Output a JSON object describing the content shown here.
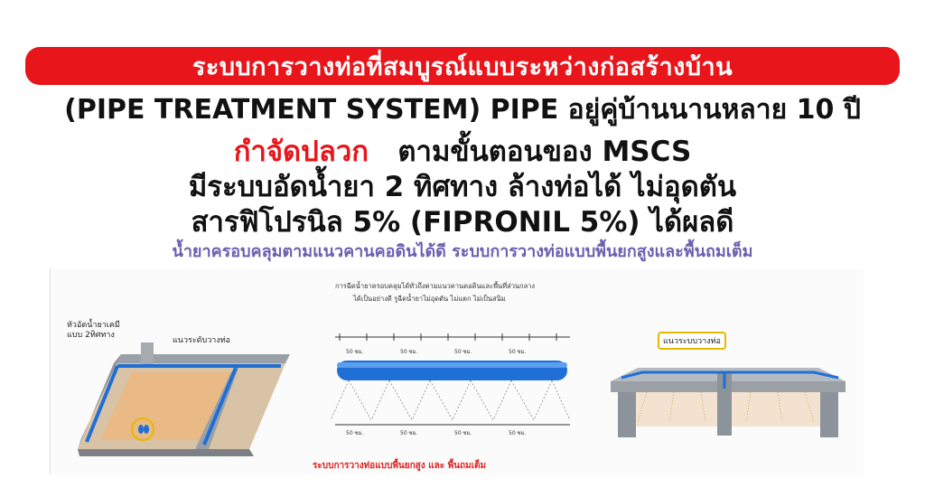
{
  "banner": {
    "text": "ระบบการวางท่อที่สมบูรณ์แบบระหว่างก่อสร้างบ้าน"
  },
  "lines": {
    "l1": "(PIPE TREATMENT SYSTEM) PIPE อยู่คู่บ้านนานหลาย 10 ปี",
    "l2_red": "กำจัดปลวก",
    "l2_rest": "ตามขั้นตอนของ MSCS",
    "l3": "มีระบบอัดน้ำยา 2 ทิศทาง ล้างท่อได้ ไม่อุดตัน",
    "l4": "สารฟิโปรนิล 5%  (FIPRONIL 5%)  ได้ผลดี",
    "l5": "น้ำยาครอบคลุมตามแนวคานคอดินได้ดี ระบบการวางท่อแบบพื้นยกสูงและพื้นถมเต็ม"
  },
  "diagram": {
    "note_line1": "การฉีดน้ำยาครอบคลุมได้ทั่วถึงตามแนวคานคอดินและพื้นที่ส่วนกลาง",
    "note_line2": "ได้เป็นอย่างดี รูฉีดน้ำยาไม่อุดตัน ไม่แตก ไม่เป็นสนิม",
    "left_label_1": "หัวอัดน้ำยาเคมี",
    "left_label_2": "แบบ 2ทิศทาง",
    "left_label_3": "แนวระดับวางท่อ",
    "spacing_label": "50 ซม.",
    "right_label": "แนวระบบวางท่อ",
    "caption": "ระบบการวางท่อแบบพื้นยกสูง และ พื้นถมเต็ม"
  },
  "colors": {
    "red": "#e8151b",
    "purple": "#6b5fb0",
    "pipe": "#1f6fd6"
  }
}
